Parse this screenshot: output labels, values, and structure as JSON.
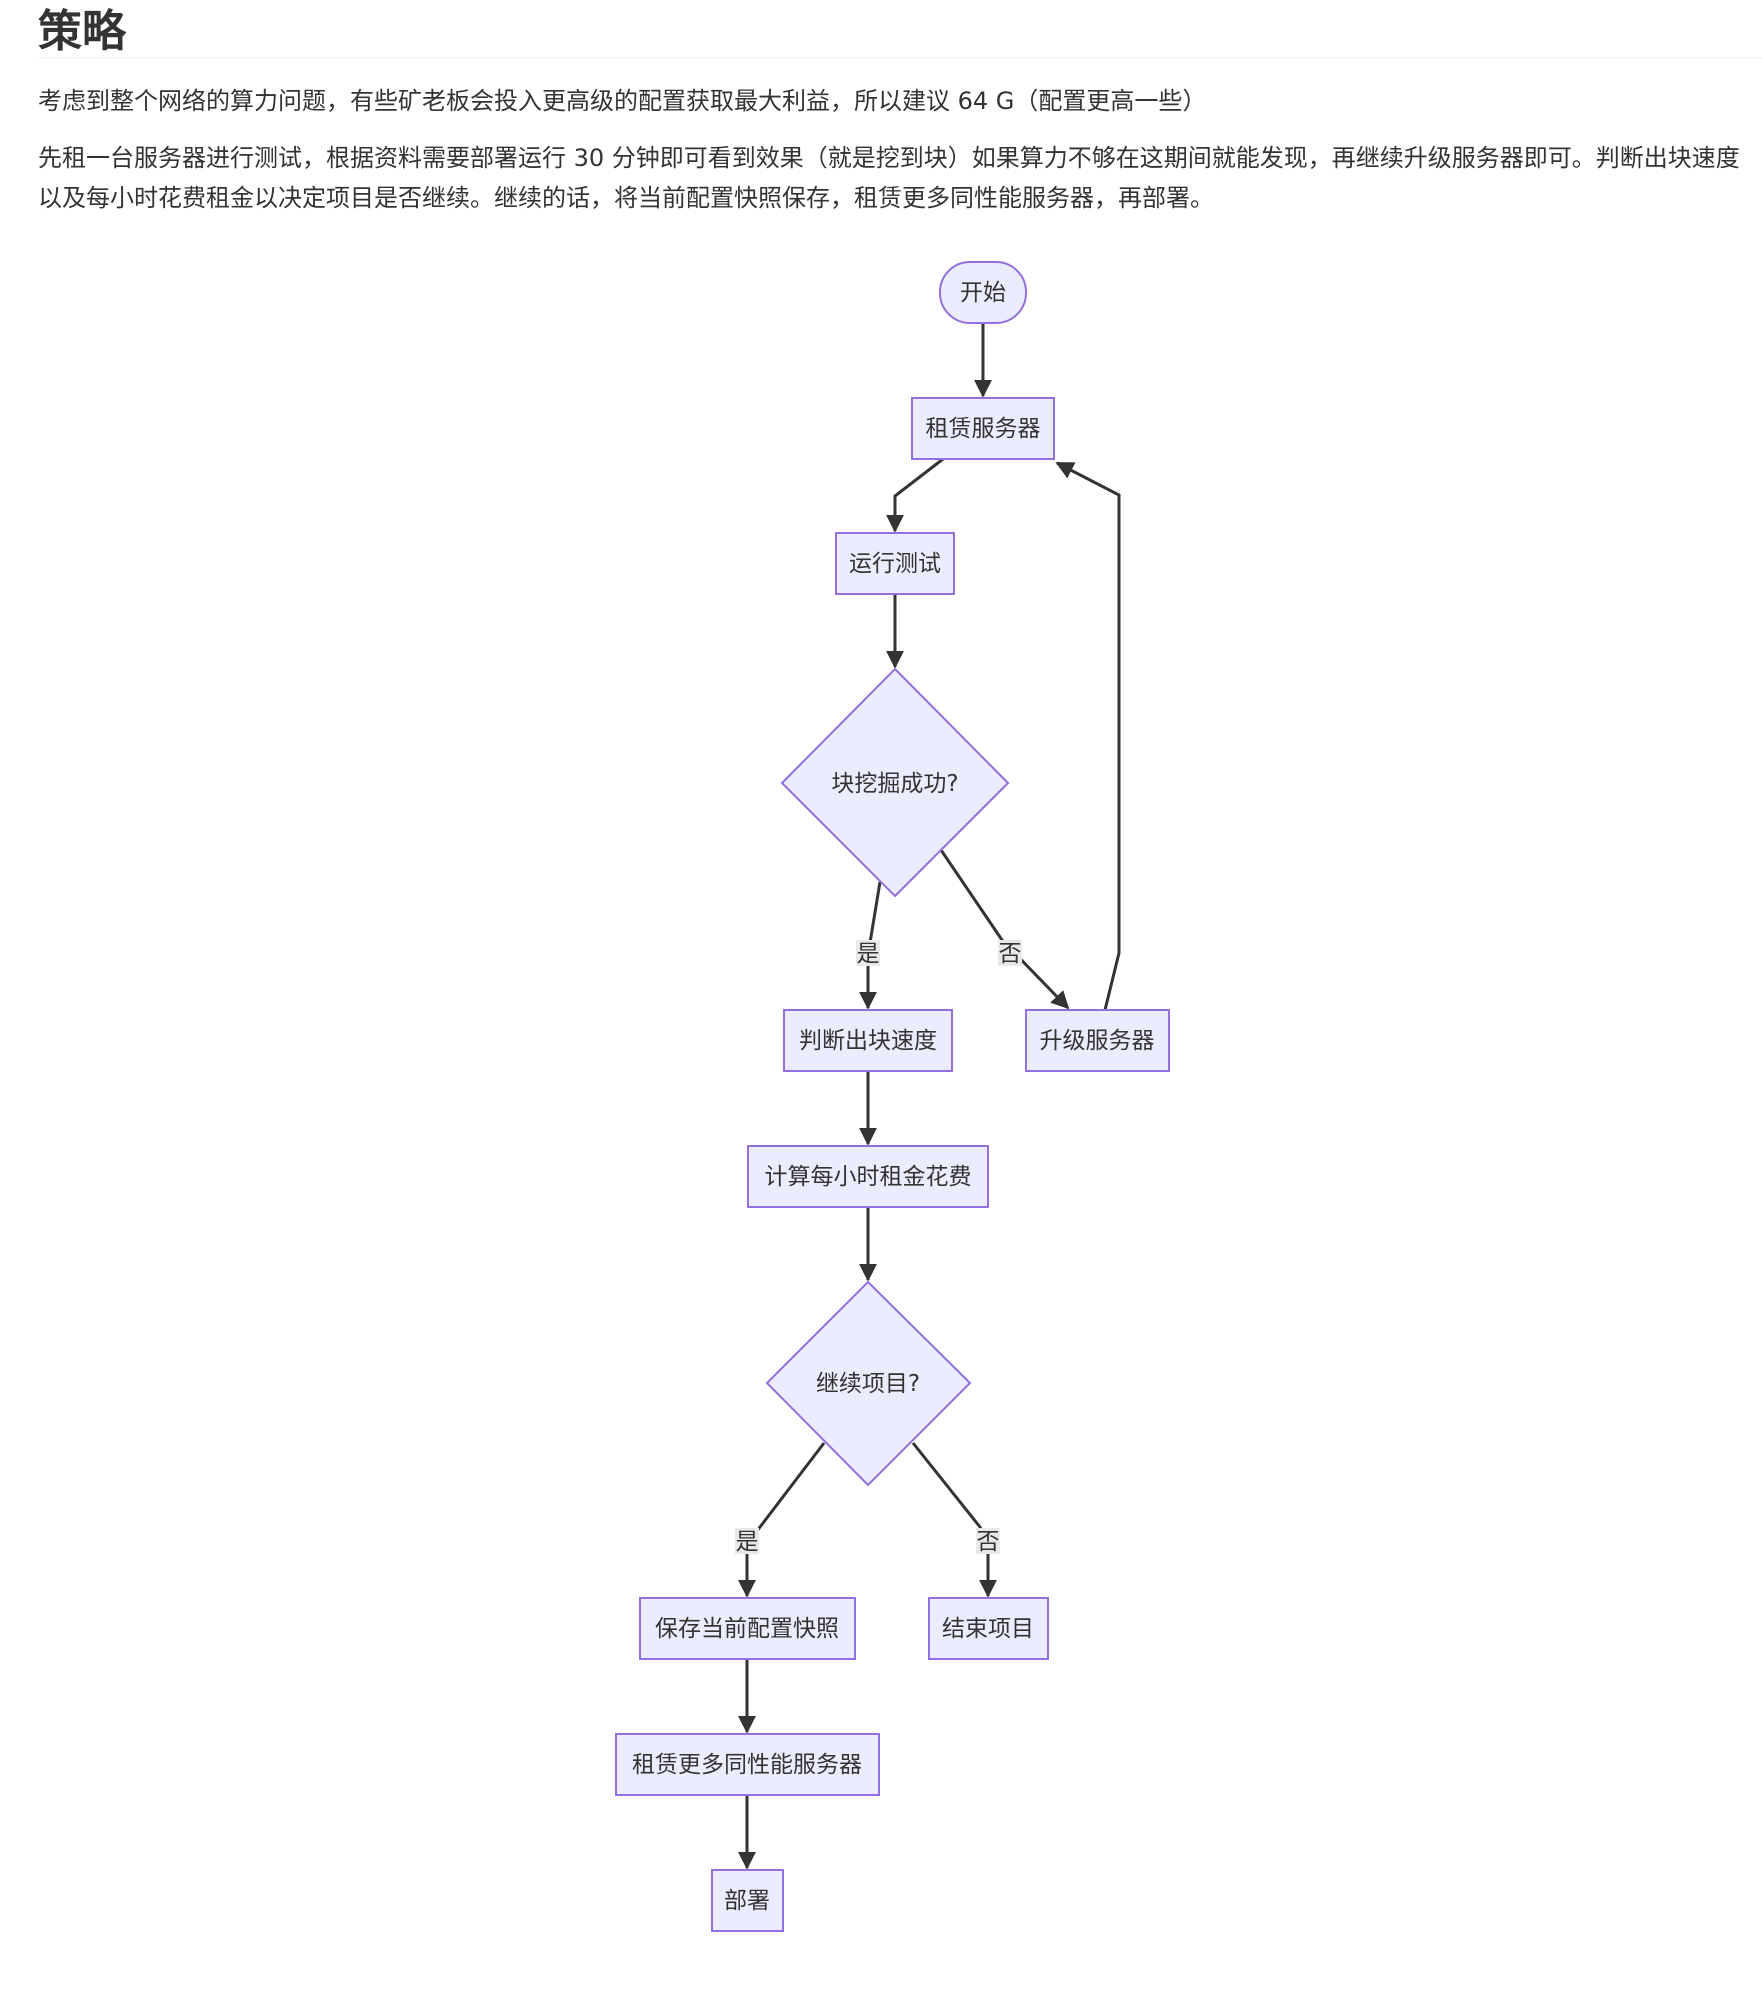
{
  "heading": "策略",
  "paragraphs": [
    "考虑到整个网络的算力问题，有些矿老板会投入更高级的配置获取最大利益，所以建议 64 G（配置更高一些）",
    "先租一台服务器进行测试，根据资料需要部署运行 30 分钟即可看到效果（就是挖到块）如果算力不够在这期间就能发现，再继续升级服务器即可。判断出块速度",
    "以及每小时花费租金以决定项目是否继续。继续的话，将当前配置快照保存，租赁更多同性能服务器，再部署。"
  ],
  "flowchart": {
    "colors": {
      "node_fill": "#ECECFF",
      "node_stroke": "#9370DB",
      "edge": "#333333",
      "text": "#333333"
    },
    "nodes": {
      "start": "开始",
      "rent": "租赁服务器",
      "test": "运行测试",
      "mined": "块挖掘成功?",
      "speed": "判断出块速度",
      "upgrade": "升级服务器",
      "cost": "计算每小时租金花费",
      "continue": "继续项目?",
      "snapshot": "保存当前配置快照",
      "end": "结束项目",
      "rent_more": "租赁更多同性能服务器",
      "deploy": "部署"
    },
    "edges": {
      "mined_yes": "是",
      "mined_no": "否",
      "continue_yes": "是",
      "continue_no": "否"
    }
  }
}
